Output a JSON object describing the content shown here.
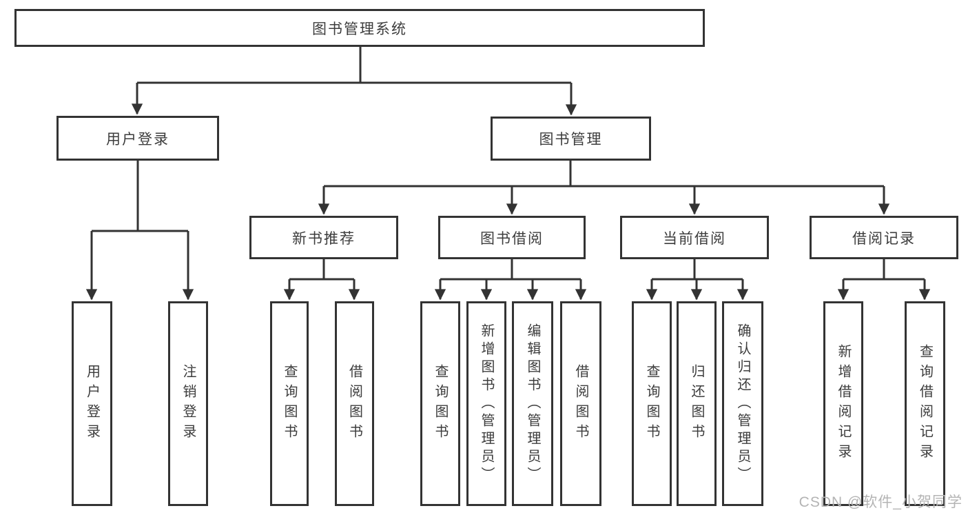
{
  "colors": {
    "line": "#333333",
    "box_border": "#333333",
    "text": "#3c3c3c",
    "watermark": "#b4b4b4",
    "background": "#ffffff"
  },
  "tree": {
    "root": {
      "label": "图书管理系统"
    },
    "branches": [
      {
        "label": "用户登录"
      },
      {
        "label": "图书管理"
      }
    ],
    "modules": [
      {
        "label": "新书推荐"
      },
      {
        "label": "图书借阅"
      },
      {
        "label": "当前借阅"
      },
      {
        "label": "借阅记录"
      }
    ],
    "leaves": {
      "user": [
        "用户登录",
        "注销登录"
      ],
      "recommend": [
        "查询图书",
        "借阅图书"
      ],
      "borrow": [
        "查询图书",
        "新增图书（管理员）",
        "编辑图书（管理员）",
        "借阅图书"
      ],
      "current": [
        "查询图书",
        "归还图书",
        "确认归还（管理员）"
      ],
      "records": [
        "新增借阅记录",
        "查询借阅记录"
      ]
    }
  },
  "watermark": "CSDN @软件_小贺同学"
}
